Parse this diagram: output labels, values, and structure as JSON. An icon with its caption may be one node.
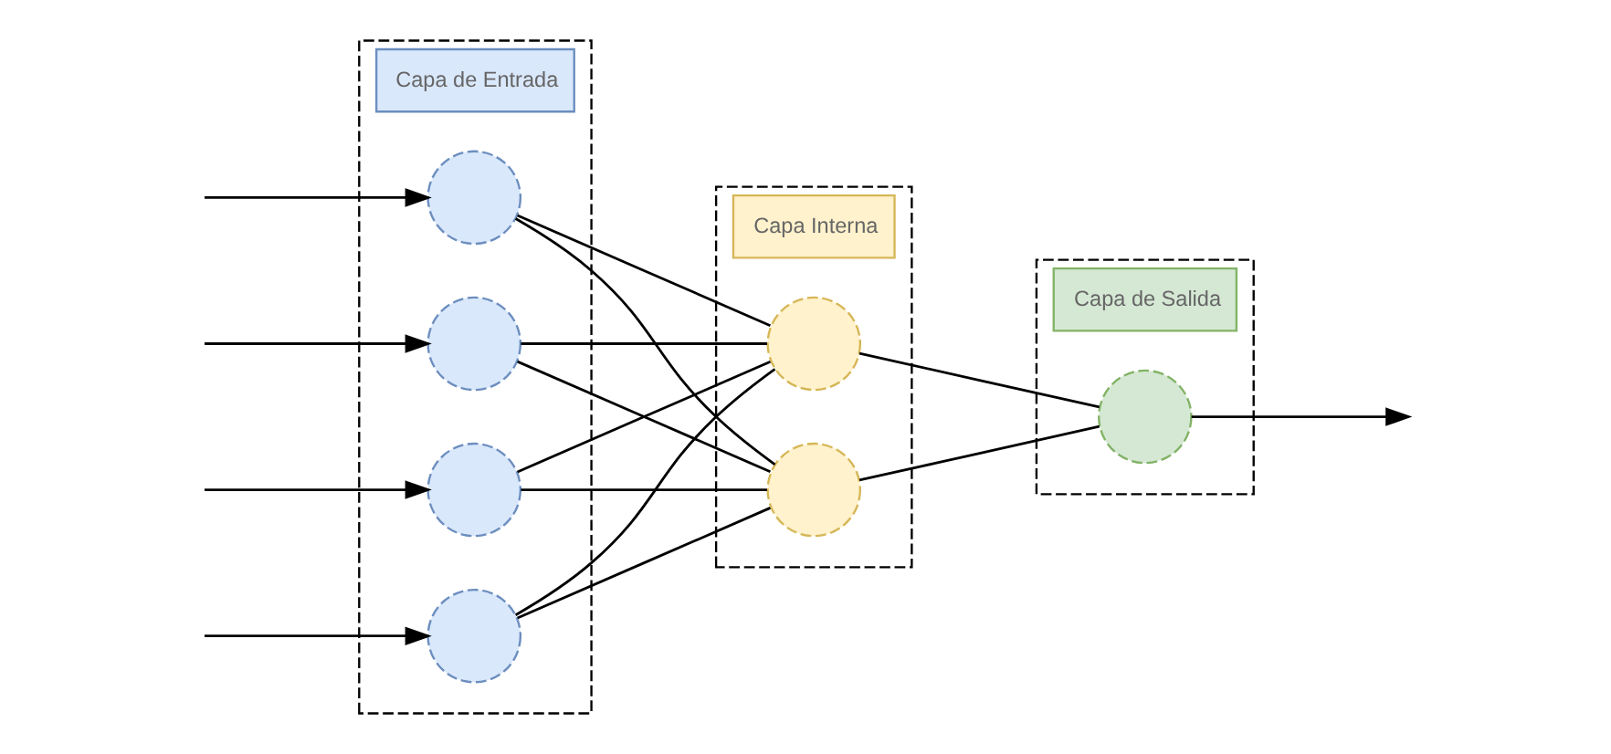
{
  "diagram": {
    "nodes": [
      {
        "text": [
          "Capa de Entrada"
        ]
      },
      {
        "text": [],
        "shape": "circle",
        "in": 0
      },
      {
        "text": [],
        "shape": "circle",
        "in": 0
      },
      {
        "text": [],
        "shape": "circle",
        "in": 0
      },
      {
        "text": [],
        "shape": "circle",
        "in": 0
      },
      {
        "text": [
          "Capa Interna"
        ]
      },
      {
        "text": [],
        "shape": "circle",
        "in": 5
      },
      {
        "text": [],
        "shape": "circle",
        "in": 5
      },
      {
        "text": [
          "Capa de Salida"
        ]
      },
      {
        "text": [],
        "shape": "circle",
        "in": 8
      }
    ],
    "edges": [
      {
        "from": null,
        "to": 1,
        "arrow": "to"
      },
      {
        "from": null,
        "to": 2,
        "arrow": "to"
      },
      {
        "from": null,
        "to": 3,
        "arrow": "to"
      },
      {
        "from": null,
        "to": 4,
        "arrow": "to"
      },
      {
        "from": 1,
        "to": 6,
        "arrow": "none"
      },
      {
        "from": 1,
        "to": 7,
        "arrow": "none"
      },
      {
        "from": 2,
        "to": 6,
        "arrow": "none"
      },
      {
        "from": 2,
        "to": 7,
        "arrow": "none"
      },
      {
        "from": 3,
        "to": 6,
        "arrow": "none"
      },
      {
        "from": 3,
        "to": 7,
        "arrow": "none"
      },
      {
        "from": 4,
        "to": 6,
        "arrow": "none"
      },
      {
        "from": 4,
        "to": 7,
        "arrow": "none"
      },
      {
        "from": 6,
        "to": 9,
        "arrow": "none"
      },
      {
        "from": 7,
        "to": 9,
        "arrow": "none"
      },
      {
        "from": 9,
        "to": null,
        "arrow": "to"
      }
    ]
  }
}
